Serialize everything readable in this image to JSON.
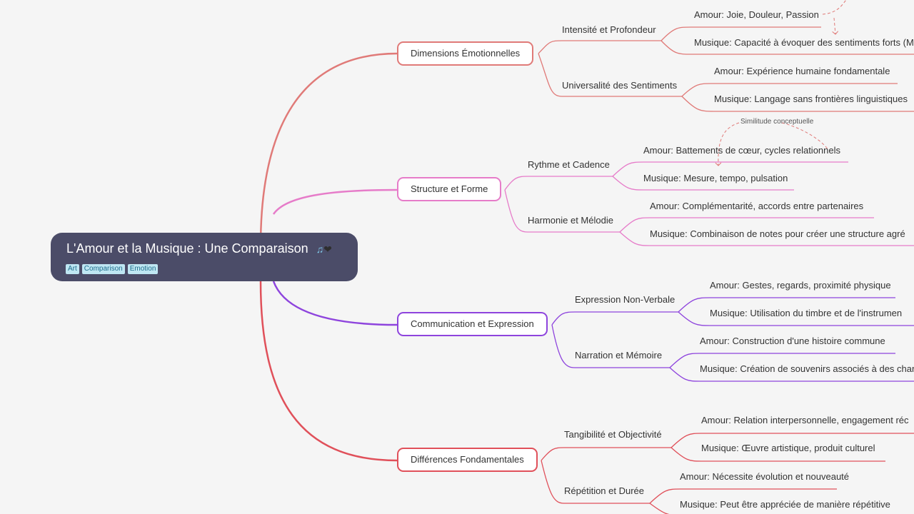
{
  "root": {
    "title": "L'Amour et la Musique : Une Comparaison",
    "icons": [
      "music-note-icon",
      "heart-icon"
    ],
    "tags": [
      "Art",
      "Comparison",
      "Emotion"
    ]
  },
  "colors": {
    "root_bg": "#4b4c68",
    "branch1": "#e07a78",
    "branch2": "#e67cc9",
    "branch3": "#8e44dd",
    "branch4": "#e0505a",
    "tag_bg": "#bfe7f3"
  },
  "branches": [
    {
      "label": "Dimensions Émotionnelles",
      "subs": [
        {
          "label": "Intensité et Profondeur",
          "leaves": [
            "Amour: Joie, Douleur, Passion",
            "Musique: Capacité à évoquer des sentiments forts (M"
          ]
        },
        {
          "label": "Universalité des Sentiments",
          "leaves": [
            "Amour: Expérience humaine fondamentale",
            "Musique: Langage sans frontières linguistiques"
          ]
        }
      ]
    },
    {
      "label": "Structure et Forme",
      "subs": [
        {
          "label": "Rythme et Cadence",
          "leaves": [
            "Amour: Battements de cœur, cycles relationnels",
            "Musique: Mesure, tempo, pulsation"
          ]
        },
        {
          "label": "Harmonie et Mélodie",
          "leaves": [
            "Amour: Complémentarité, accords entre partenaires",
            "Musique: Combinaison de notes pour créer une structure agré"
          ]
        }
      ]
    },
    {
      "label": "Communication et Expression",
      "subs": [
        {
          "label": "Expression Non-Verbale",
          "leaves": [
            "Amour: Gestes, regards, proximité physique",
            "Musique: Utilisation du timbre et de l'instrumen"
          ]
        },
        {
          "label": "Narration et Mémoire",
          "leaves": [
            "Amour: Construction d'une histoire commune",
            "Musique: Création de souvenirs associés à des char"
          ]
        }
      ]
    },
    {
      "label": "Différences Fondamentales",
      "subs": [
        {
          "label": "Tangibilité et Objectivité",
          "leaves": [
            "Amour: Relation interpersonnelle, engagement réc",
            "Musique: Œuvre artistique, produit culturel"
          ]
        },
        {
          "label": "Répétition et Durée",
          "leaves": [
            "Amour: Nécessite évolution et nouveauté",
            "Musique: Peut être appréciée de manière répétitive"
          ]
        }
      ]
    }
  ],
  "relation_note": "Similitude conceptuelle"
}
